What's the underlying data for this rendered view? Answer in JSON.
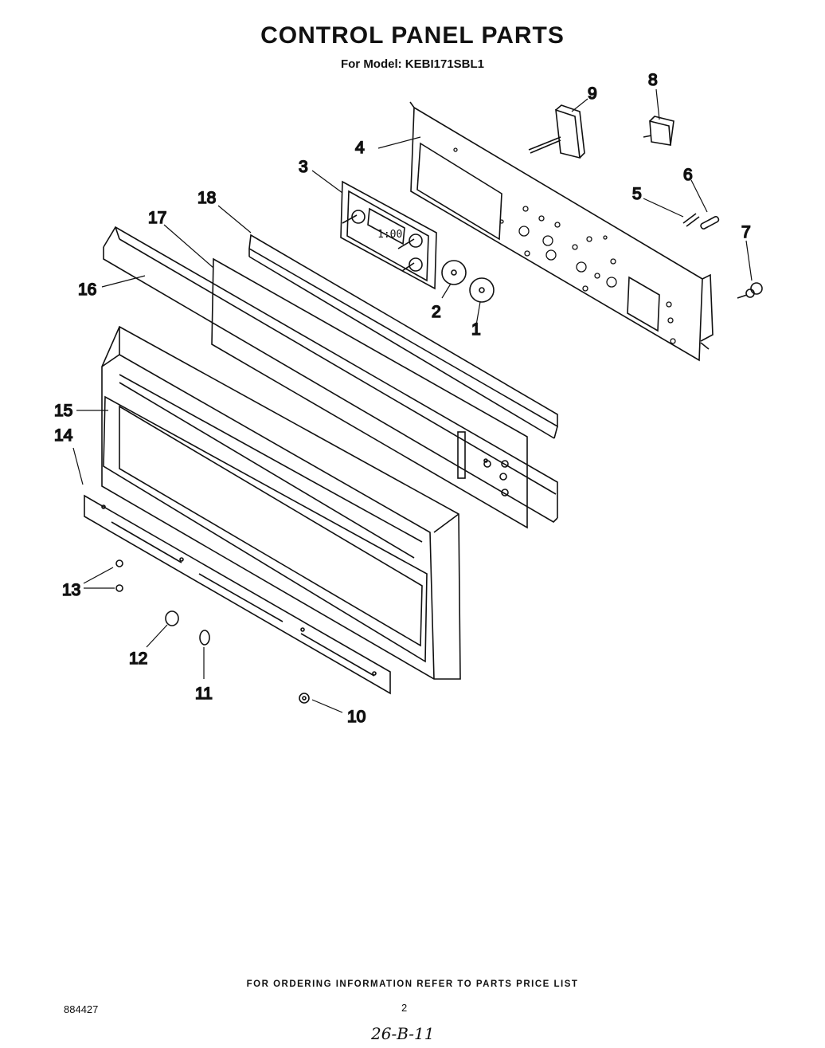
{
  "header": {
    "title": "CONTROL PANEL PARTS",
    "model": "For Model: KEBI171SBL1"
  },
  "diagram": {
    "display_readout": "1:00",
    "callouts": [
      "1",
      "2",
      "3",
      "4",
      "5",
      "6",
      "7",
      "8",
      "9",
      "10",
      "11",
      "12",
      "13",
      "14",
      "15",
      "16",
      "17",
      "18"
    ]
  },
  "footer": {
    "ordering_note": "FOR ORDERING INFORMATION REFER TO PARTS PRICE LIST",
    "document_number": "884427",
    "page_number": "2",
    "handwritten_note": "26-B-11"
  }
}
